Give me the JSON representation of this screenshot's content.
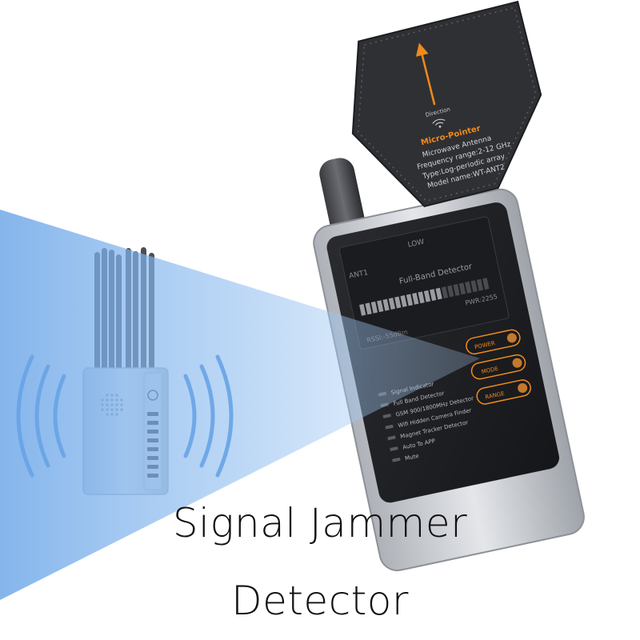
{
  "caption": {
    "line1": "Signal Jammer",
    "line2": "Detector"
  },
  "antenna_card": {
    "direction_label": "Direction",
    "title": "Micro-Pointer",
    "line1": "Microwave Antenna",
    "line2": "Frequency range:2-12 GHz",
    "line3": "Type:Log-periodic array",
    "line4": "Model name:WT-ANT2",
    "icon": "wifi-icon"
  },
  "screen": {
    "level": "LOW",
    "antenna": "ANT1",
    "mode_title": "Full-Band Detector",
    "pwr": "PWR:2255",
    "rssi": "RSSI:-55dBm"
  },
  "buttons": {
    "power": "POWER",
    "mode": "MODE",
    "range": "RANGE"
  },
  "indicators": [
    "Signal Indicator",
    "Full Band Detector",
    "GSM 900/1800MHz Detector",
    "Wifi Hidden Camera Finder",
    "Magnet Tracker Detector",
    "Auto To APP",
    "Mute"
  ],
  "colors": {
    "beam": "#6fa8e8",
    "antenna_card": "#2f3034",
    "accent_orange": "#f08a1c",
    "detector_face": "#1e1f22",
    "detector_body": "#c9ccd1",
    "jammer_body": "#dfe6ee"
  }
}
